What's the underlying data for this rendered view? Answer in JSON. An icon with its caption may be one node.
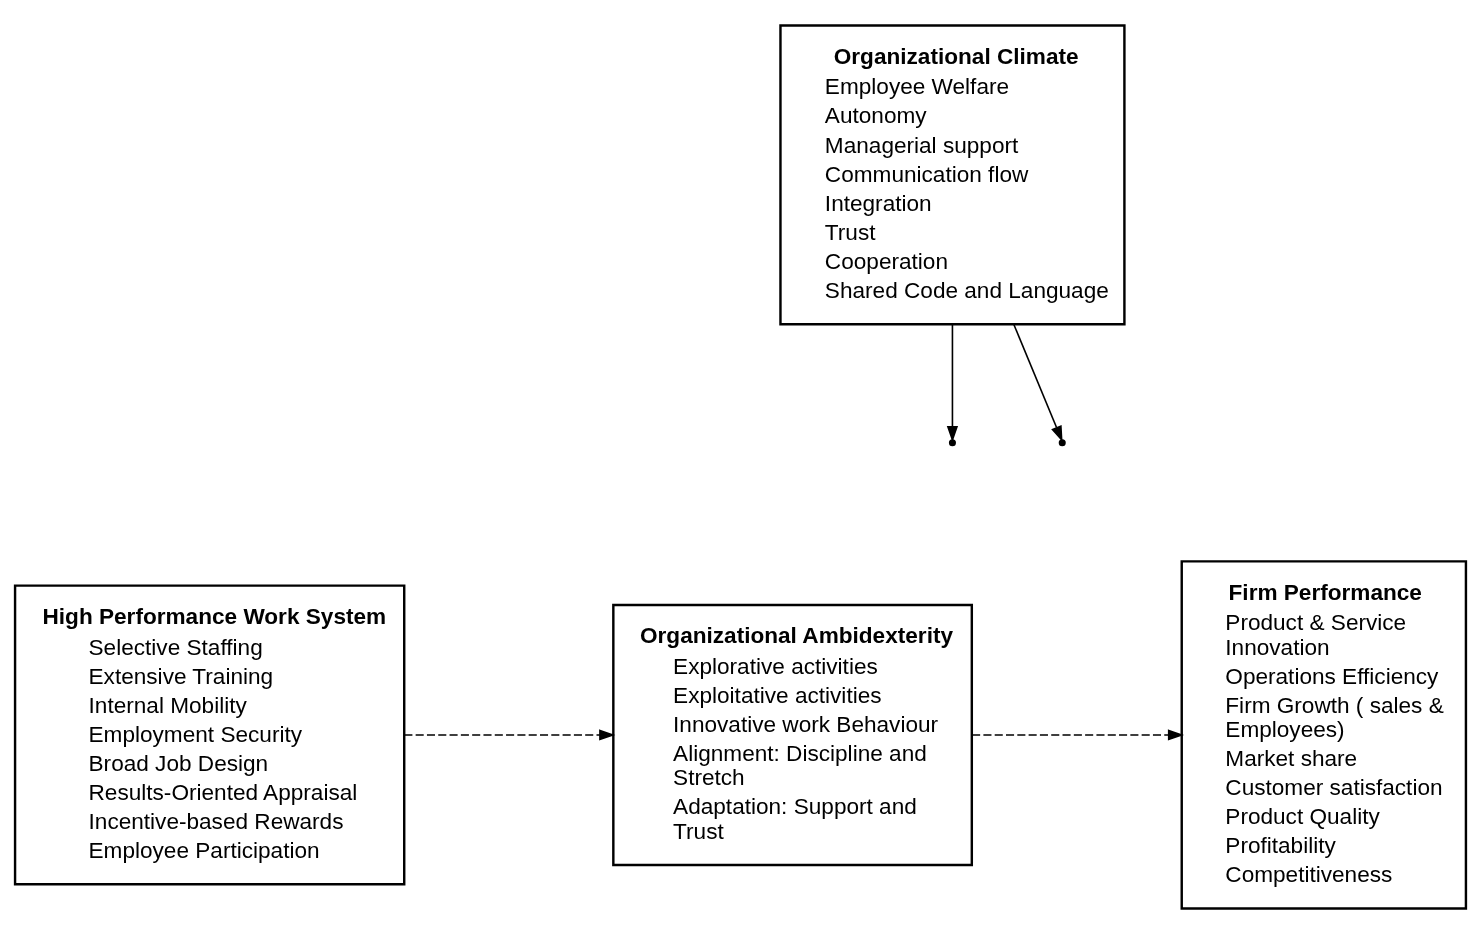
{
  "diagram": {
    "nodes": [
      {
        "text": [
          "Organizational Climate",
          "Employee Welfare",
          "Autonomy",
          "Managerial support",
          "Communication flow",
          "Integration",
          "Trust",
          "Cooperation",
          "Shared Code and Language"
        ]
      },
      {
        "text": [
          "High Performance Work System",
          "Selective Staffing",
          "Extensive Training",
          "Internal Mobility",
          "Employment Security",
          "Broad Job Design",
          "Results-Oriented Appraisal",
          "Incentive-based Rewards",
          "Employee Participation"
        ]
      },
      {
        "text": [
          "Organizational Ambidexterity",
          "Explorative activities",
          "Exploitative activities",
          "Innovative work Behaviour",
          "Alignment: Discipline and Stretch",
          "Adaptation: Support and Trust"
        ]
      },
      {
        "text": [
          "Firm Performance",
          "Product & Service Innovation",
          "Operations Efficiency",
          "Firm Growth ( sales & Employees)",
          "Market share",
          "Customer satisfaction",
          "Product Quality",
          "Profitability",
          "Competitiveness"
        ]
      }
    ],
    "edges": [
      {
        "from": 1,
        "to": 2,
        "arrow": "to",
        "style": "dashed"
      },
      {
        "from": 2,
        "to": 3,
        "arrow": "to",
        "style": "dashed"
      },
      {
        "from": 0,
        "to": null,
        "arrow": "to"
      },
      {
        "from": 0,
        "to": null,
        "arrow": "to"
      }
    ]
  }
}
